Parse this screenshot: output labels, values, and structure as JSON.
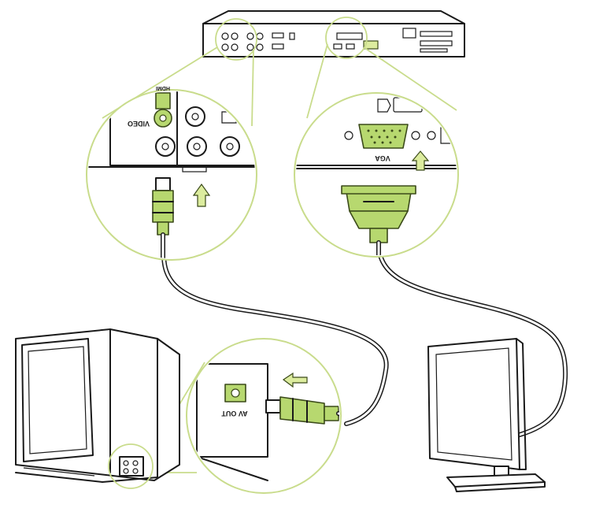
{
  "labels": {
    "video_in_port": "VIDEO",
    "hdmi_port": "HDMI",
    "vga_port": "VGA",
    "av_out_port": "AV OUT"
  },
  "colors": {
    "accent_green": "#b7d86f",
    "zoom_ring": "#c9dc8c",
    "outline": "#1a1a1a"
  },
  "icons": {
    "arrow": "up-arrow-icon"
  }
}
